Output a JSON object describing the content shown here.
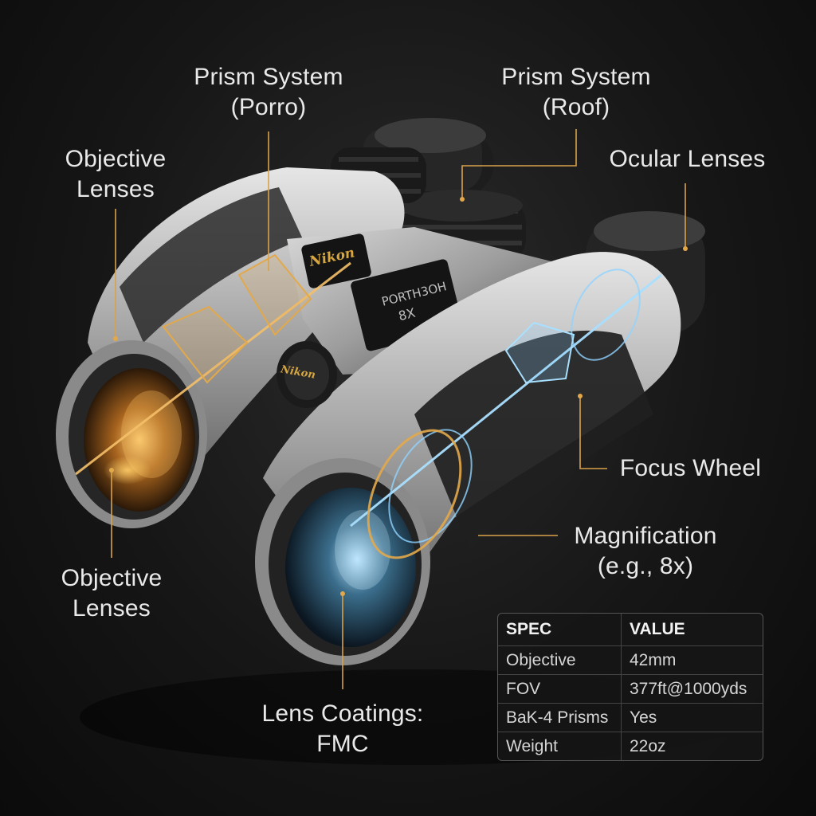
{
  "callouts": {
    "prism_porro": "Prism System\n(Porro)",
    "prism_roof": "Prism System\n(Roof)",
    "objective_top": "Objective\nLenses",
    "ocular": "Ocular Lenses",
    "focus": "Focus Wheel",
    "magnification": "Magnification\n(e.g., 8x)",
    "objective_bottom": "Objective\nLenses",
    "coatings": "Lens Coatings:\nFMC"
  },
  "product": {
    "brand": "Nikon",
    "model_line1": "PORTH3OH",
    "model_line2": "8X",
    "wheel_brand": "Nikon"
  },
  "spec_table": {
    "headers": [
      "SPEC",
      "VALUE"
    ],
    "rows": [
      [
        "Objective",
        "42mm"
      ],
      [
        "FOV",
        "377ft@1000yds"
      ],
      [
        "BaK-4 Prisms",
        "Yes"
      ],
      [
        "Weight",
        "22oz"
      ]
    ]
  },
  "colors": {
    "gold": "#e3a84a",
    "cyan": "#8fd3ff",
    "label_text": "#e9e9e9",
    "background": "#141414"
  }
}
